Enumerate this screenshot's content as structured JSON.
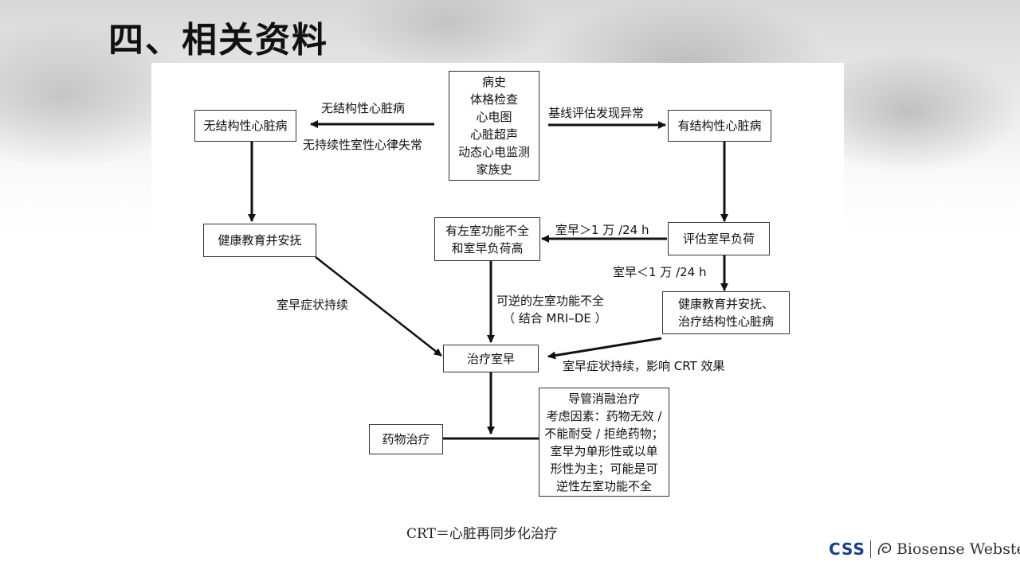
{
  "slide": {
    "title": "四、相关资料",
    "footnote": "CRT＝心脏再同步化治疗"
  },
  "flowchart": {
    "nodes": {
      "baseline": {
        "lines": [
          "病史",
          "体格检查",
          "心电图",
          "心脏超声",
          "动态心电监测",
          "家族史"
        ]
      },
      "no_structural": {
        "lines": [
          "无结构性心脏病"
        ]
      },
      "has_structural": {
        "lines": [
          "有结构性心脏病"
        ]
      },
      "health_edu_left": {
        "lines": [
          "健康教育并安抚"
        ]
      },
      "lv_dysfunction": {
        "lines": [
          "有左室功能不全",
          "和室早负荷高"
        ]
      },
      "assess_burden": {
        "lines": [
          "评估室早负荷"
        ]
      },
      "health_edu_right": {
        "lines": [
          "健康教育并安抚、",
          "治疗结构性心脏病"
        ]
      },
      "treat_pvc": {
        "lines": [
          "治疗室早"
        ]
      },
      "drug_therapy": {
        "lines": [
          "药物治疗"
        ]
      },
      "ablation": {
        "lines": [
          "导管消融治疗",
          "考虑因素：药物无效 /",
          "不能耐受 / 拒绝药物；",
          "室早为单形性或以单",
          "形性为主；可能是可",
          "逆性左室功能不全"
        ]
      }
    },
    "edge_labels": {
      "to_no_structural_top": "无结构性心脏病",
      "to_no_structural_bottom": "无持续性室性心律失常",
      "to_has_structural": "基线评估发现异常",
      "to_lv_dysfunction": "室早＞1 万 /24 h",
      "to_health_edu_right": "室早＜1 万 /24 h",
      "left_symptoms": "室早症状持续",
      "reversible_lv_line1": "可逆的左室功能不全",
      "reversible_lv_line2": "（ 结合 MRI–DE ）",
      "right_symptoms": "室早症状持续，影响 CRT 效果"
    }
  },
  "branding": {
    "logo_left": "CSS",
    "logo_right": "Biosense Webster."
  }
}
